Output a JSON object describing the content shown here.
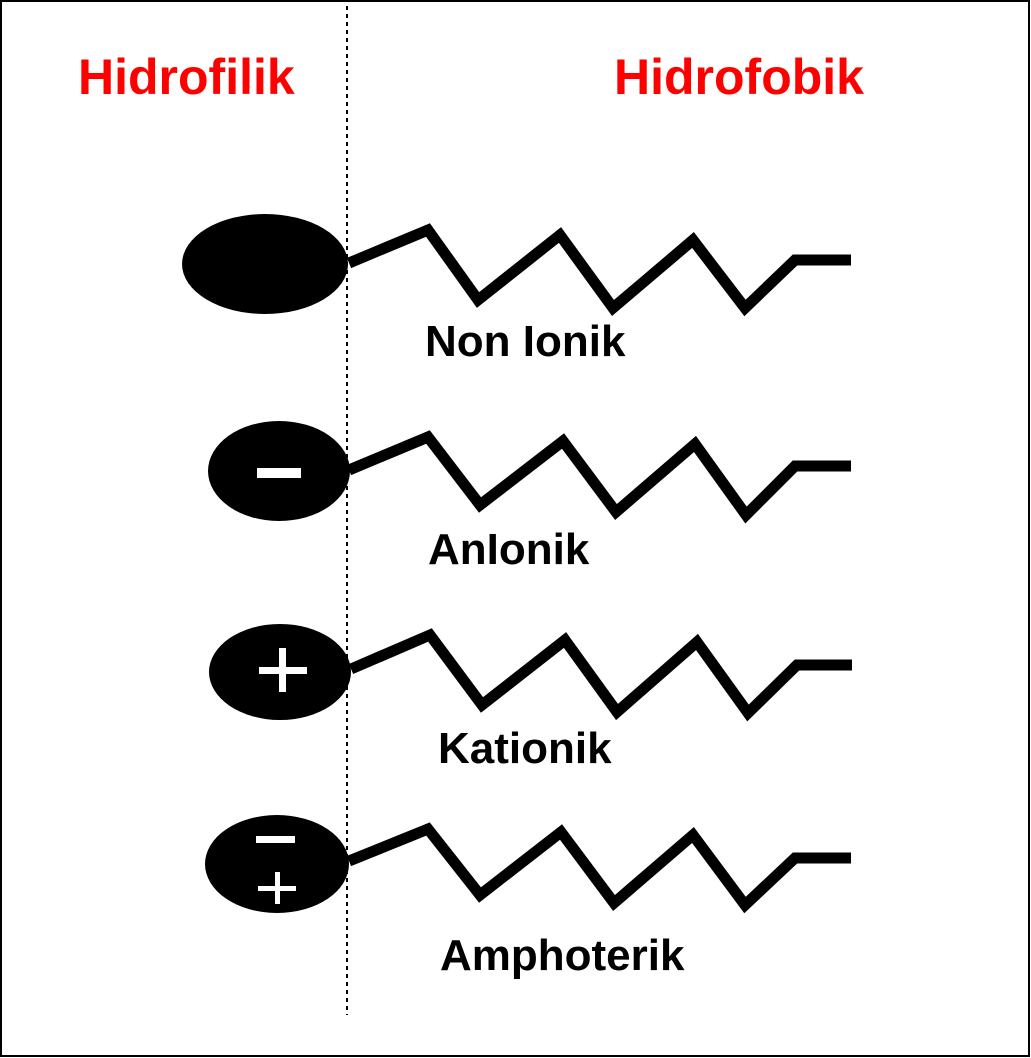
{
  "regions": {
    "hydrophilic": "Hidrofilik",
    "hydrophobic": "Hidrofobik"
  },
  "colors": {
    "region_label": "#ff0000",
    "ink": "#000000",
    "charge_symbol": "#ffffff"
  },
  "surfactants": [
    {
      "label": "Non Ionik",
      "charge": "none"
    },
    {
      "label": "AnIonik",
      "charge": "negative"
    },
    {
      "label": "Kationik",
      "charge": "positive"
    },
    {
      "label": "Amphoterik",
      "charge": "both"
    }
  ]
}
